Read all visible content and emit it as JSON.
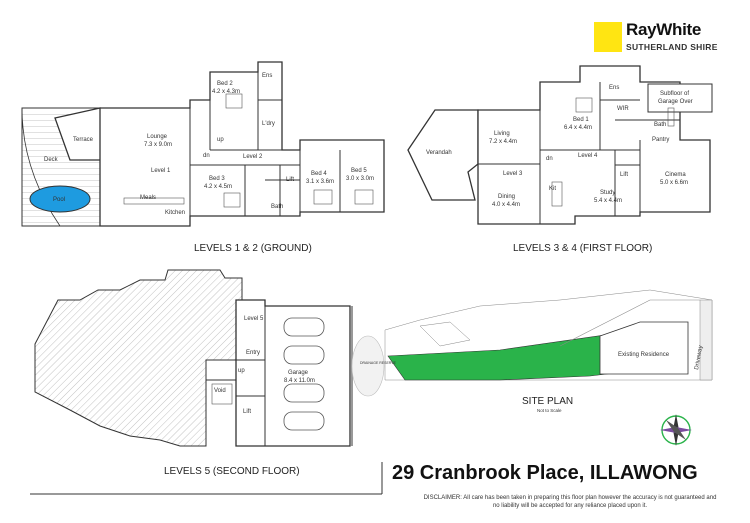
{
  "brand": {
    "name": "RayWhite",
    "office": "SUTHERLAND SHIRE",
    "accent": "#ffe512"
  },
  "captions": {
    "levels_1_2": "LEVELS 1 & 2 (GROUND)",
    "levels_3_4": "LEVELS 3 & 4 (FIRST FLOOR)",
    "level_5": "LEVELS 5 (SECOND FLOOR)",
    "site_plan": "SITE PLAN",
    "site_plan_scale": "Not to Scale"
  },
  "ground": {
    "terrace": "Terrace",
    "deck": "Deck",
    "pool": "Pool",
    "lounge": "Lounge",
    "lounge_size": "7.3 x 9.0m",
    "level1": "Level 1",
    "meals": "Meals",
    "kitchen": "Kitchen",
    "bed2": "Bed 2",
    "bed2_size": "4.2 x 4.3m",
    "ens": "Ens",
    "ldry": "L'dry",
    "level2": "Level 2",
    "up": "up",
    "dn": "dn",
    "bed3": "Bed 3",
    "bed3_size": "4.2 x 4.5m",
    "lift": "Lift",
    "bath": "Bath",
    "bed4": "Bed 4",
    "bed4_size": "3.1 x 3.6m",
    "bed5": "Bed 5",
    "bed5_size": "3.0 x 3.0m"
  },
  "first": {
    "verandah": "Verandah",
    "living": "Living",
    "living_size": "7.2 x 4.4m",
    "level3": "Level 3",
    "dining": "Dining",
    "dining_size": "4.0 x 4.4m",
    "kit": "Kit",
    "bed1": "Bed 1",
    "bed1_size": "6.4 x 4.4m",
    "ens": "Ens",
    "wir": "WIR",
    "subfloor": "Subfloor of",
    "subfloor2": "Garage Over",
    "bath": "Bath",
    "pantry": "Pantry",
    "level4": "Level 4",
    "dn": "dn",
    "lift": "Lift",
    "study": "Study",
    "study_size": "5.4 x 4.4m",
    "cinema": "Cinema",
    "cinema_size": "5.0 x 6.6m"
  },
  "second": {
    "level5": "Level 5",
    "entry": "Entry",
    "up": "up",
    "void": "Void",
    "lift": "Lift",
    "garage": "Garage",
    "garage_size": "8.4 x 11.0m"
  },
  "site": {
    "existing": "Existing Residence",
    "driveway": "Driveway",
    "reserve": "DRAINAGE RESERVE"
  },
  "address": "29 Cranbrook Place, ILLAWONG",
  "disclaimer": "DISCLAIMER: All care has been taken in preparing this floor plan however the accuracy is not guaranteed and no liability will be accepted for any reliance placed upon it."
}
